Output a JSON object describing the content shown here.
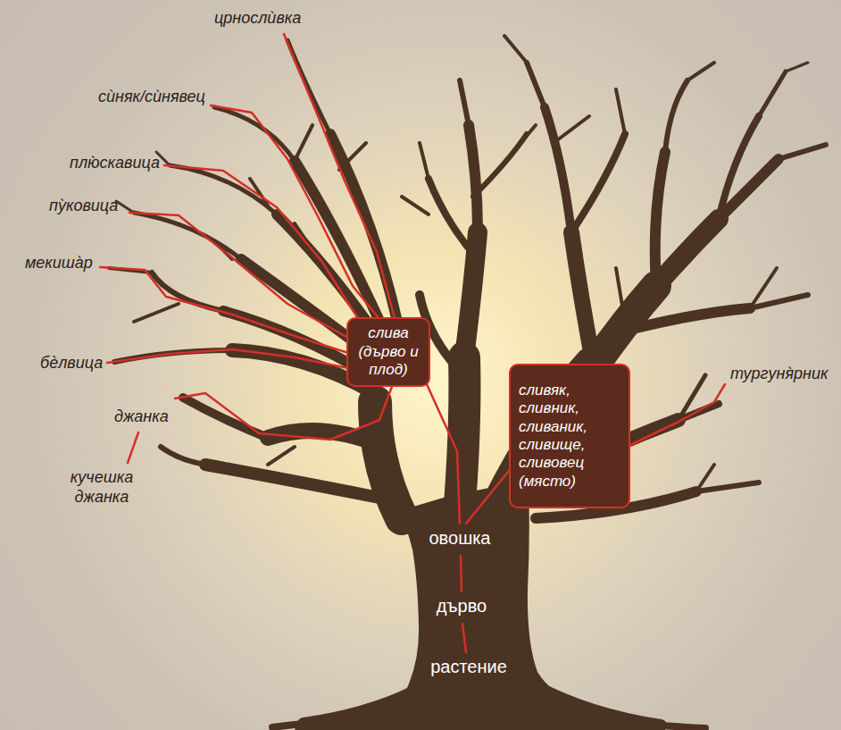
{
  "diagram": {
    "nodes": [
      {
        "text": [
          "слива (дърво и плод)"
        ]
      },
      {
        "text": [
          "сливяк, сливник, сливаник, сливище, сливовец (място)"
        ]
      }
    ],
    "labels": [
      "црнослѝвка",
      "сѝняк/сѝнявец",
      "плю̀скавица",
      "пу̀ковица",
      "мекиша̀р",
      "бѐлвица",
      "тургуня̀рник",
      "джанка",
      "кучешка джанка",
      "овошка",
      "дърво",
      "растение"
    ]
  }
}
